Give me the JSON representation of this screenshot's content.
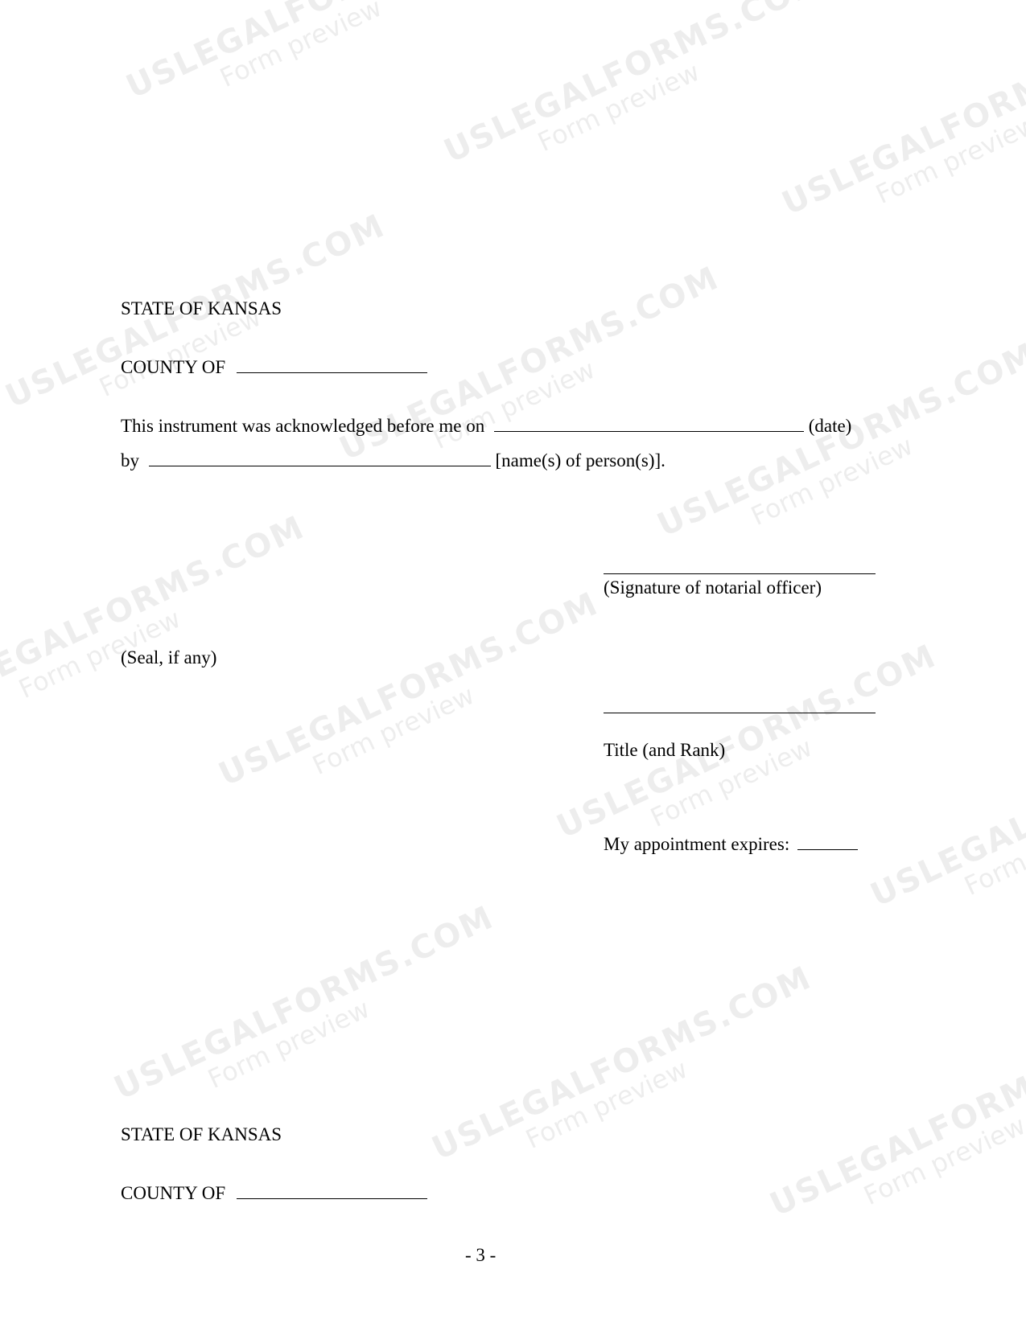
{
  "watermark": {
    "brand": "USLEGALFORMS.COM",
    "sub": "Form preview"
  },
  "block1": {
    "state": "STATE OF KANSAS",
    "county_label": "COUNTY OF",
    "ack_line1_text": "This instrument was acknowledged before me on",
    "ack_line1_suffix": "(date)",
    "ack_line2_prefix": "by",
    "ack_line2_suffix": "[name(s) of person(s)].",
    "signature_label": "(Signature of notarial officer)",
    "seal_label": "(Seal, if any)",
    "title_label": "Title (and Rank)",
    "appointment_label": "My appointment expires:"
  },
  "block2": {
    "state": "STATE OF KANSAS",
    "county_label": "COUNTY OF"
  },
  "footer": {
    "page_number": "- 3 -"
  }
}
